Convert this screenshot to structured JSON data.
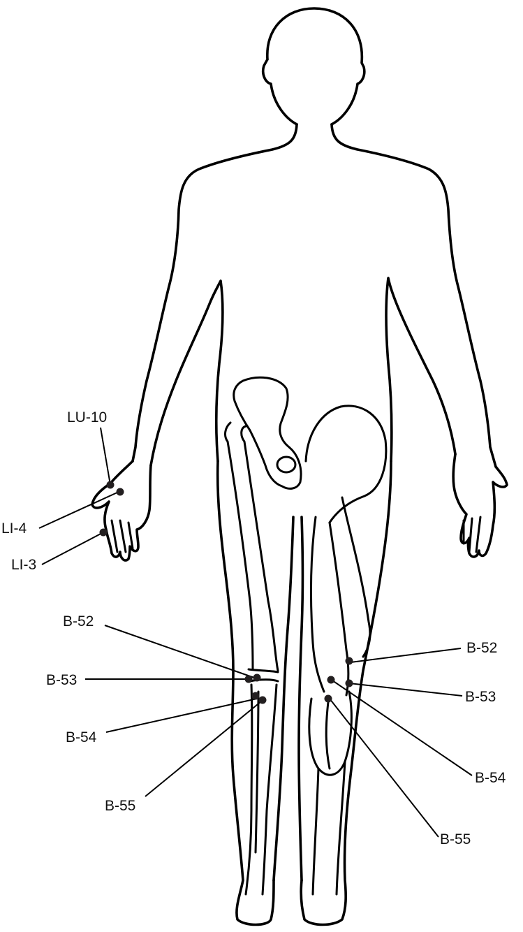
{
  "figure": {
    "line_color": "#000000",
    "point_color": "#231f20",
    "background": "#ffffff"
  },
  "points": [
    {
      "id": "lu10-left",
      "label": "LU-10"
    },
    {
      "id": "li4-left",
      "label": "LI-4"
    },
    {
      "id": "li3-left",
      "label": "LI-3"
    },
    {
      "id": "b52-left",
      "label": "B-52"
    },
    {
      "id": "b53-left",
      "label": "B-53"
    },
    {
      "id": "b54-left",
      "label": "B-54"
    },
    {
      "id": "b55-left",
      "label": "B-55"
    },
    {
      "id": "b52-right",
      "label": "B-52"
    },
    {
      "id": "b53-right",
      "label": "B-53"
    },
    {
      "id": "b54-right",
      "label": "B-54"
    },
    {
      "id": "b55-right",
      "label": "B-55"
    }
  ]
}
